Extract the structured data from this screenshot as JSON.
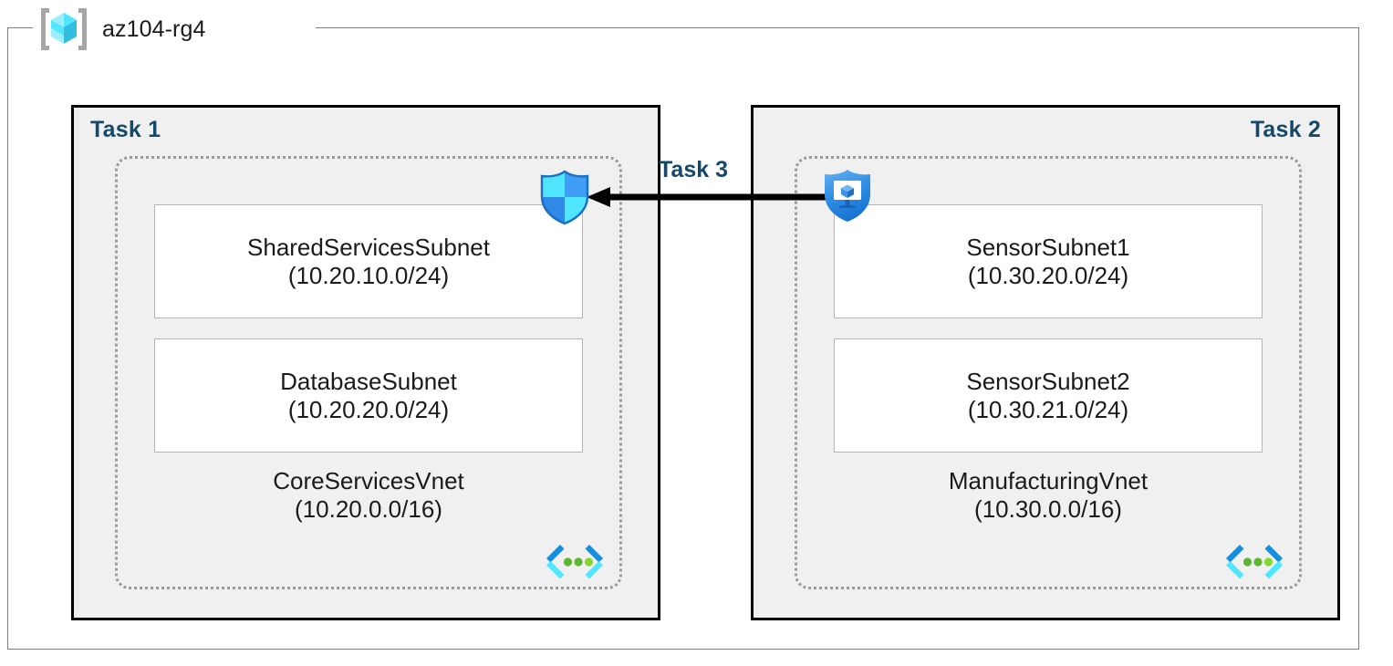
{
  "resource_group": {
    "icon": "resource-group-cube-icon",
    "name": "az104-rg4"
  },
  "colors": {
    "task_label": "#14496b",
    "task_box_fill": "#f0f0f0",
    "task_box_border": "#000000",
    "vnet_dotted_border": "#9a9a9a",
    "subnet_border": "#b5b5b5",
    "subnet_fill": "#ffffff",
    "frame_border": "#7c7c7c",
    "arrow": "#000000",
    "azure_blue": "#0078d4",
    "azure_cyan": "#50e6ff",
    "vnet_green": "#5bb731"
  },
  "tasks": [
    {
      "label": "Task 1",
      "align": "left",
      "vnet": {
        "name": "CoreServicesVnet",
        "cidr": "(10.20.0.0/16)",
        "icon": "vnet-brackets-icon",
        "subnets": [
          {
            "name": "SharedServicesSubnet",
            "cidr": "(10.20.10.0/24)"
          },
          {
            "name": "DatabaseSubnet",
            "cidr": "(10.20.20.0/24)"
          }
        ]
      }
    },
    {
      "label": "Task 2",
      "align": "right",
      "vnet": {
        "name": "ManufacturingVnet",
        "cidr": "(10.30.0.0/16)",
        "icon": "vnet-brackets-icon",
        "subnets": [
          {
            "name": "SensorSubnet1",
            "cidr": "(10.30.20.0/24)"
          },
          {
            "name": "SensorSubnet2",
            "cidr": "(10.30.21.0/24)"
          }
        ]
      }
    }
  ],
  "connection": {
    "label": "Task 3",
    "direction": "right-to-left",
    "source_icon": "vnet-peering-shield-icon",
    "target_icon": "network-security-group-shield-icon"
  }
}
